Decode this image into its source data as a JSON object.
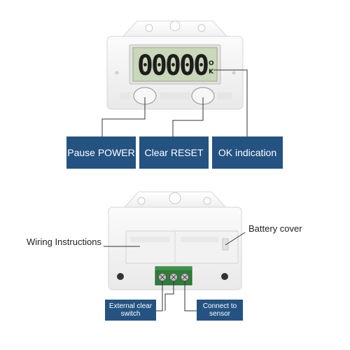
{
  "top_device": {
    "display_digits": "00000",
    "indicator_letters": [
      "O",
      "K"
    ]
  },
  "callouts_top": [
    {
      "label": "Pause POWER"
    },
    {
      "label": "Clear RESET"
    },
    {
      "label": "OK indication"
    }
  ],
  "bottom_device": {
    "left_label": "Wiring Instructions",
    "right_label": "Battery cover"
  },
  "callouts_bottom": [
    {
      "label": "External clear switch"
    },
    {
      "label": "Connect to sensor"
    }
  ],
  "colors": {
    "callout_blue": "#245382",
    "lcd_green": "#c9d8b8",
    "terminal_green": "#2f7d3a",
    "housing": "#f5f5f5"
  }
}
